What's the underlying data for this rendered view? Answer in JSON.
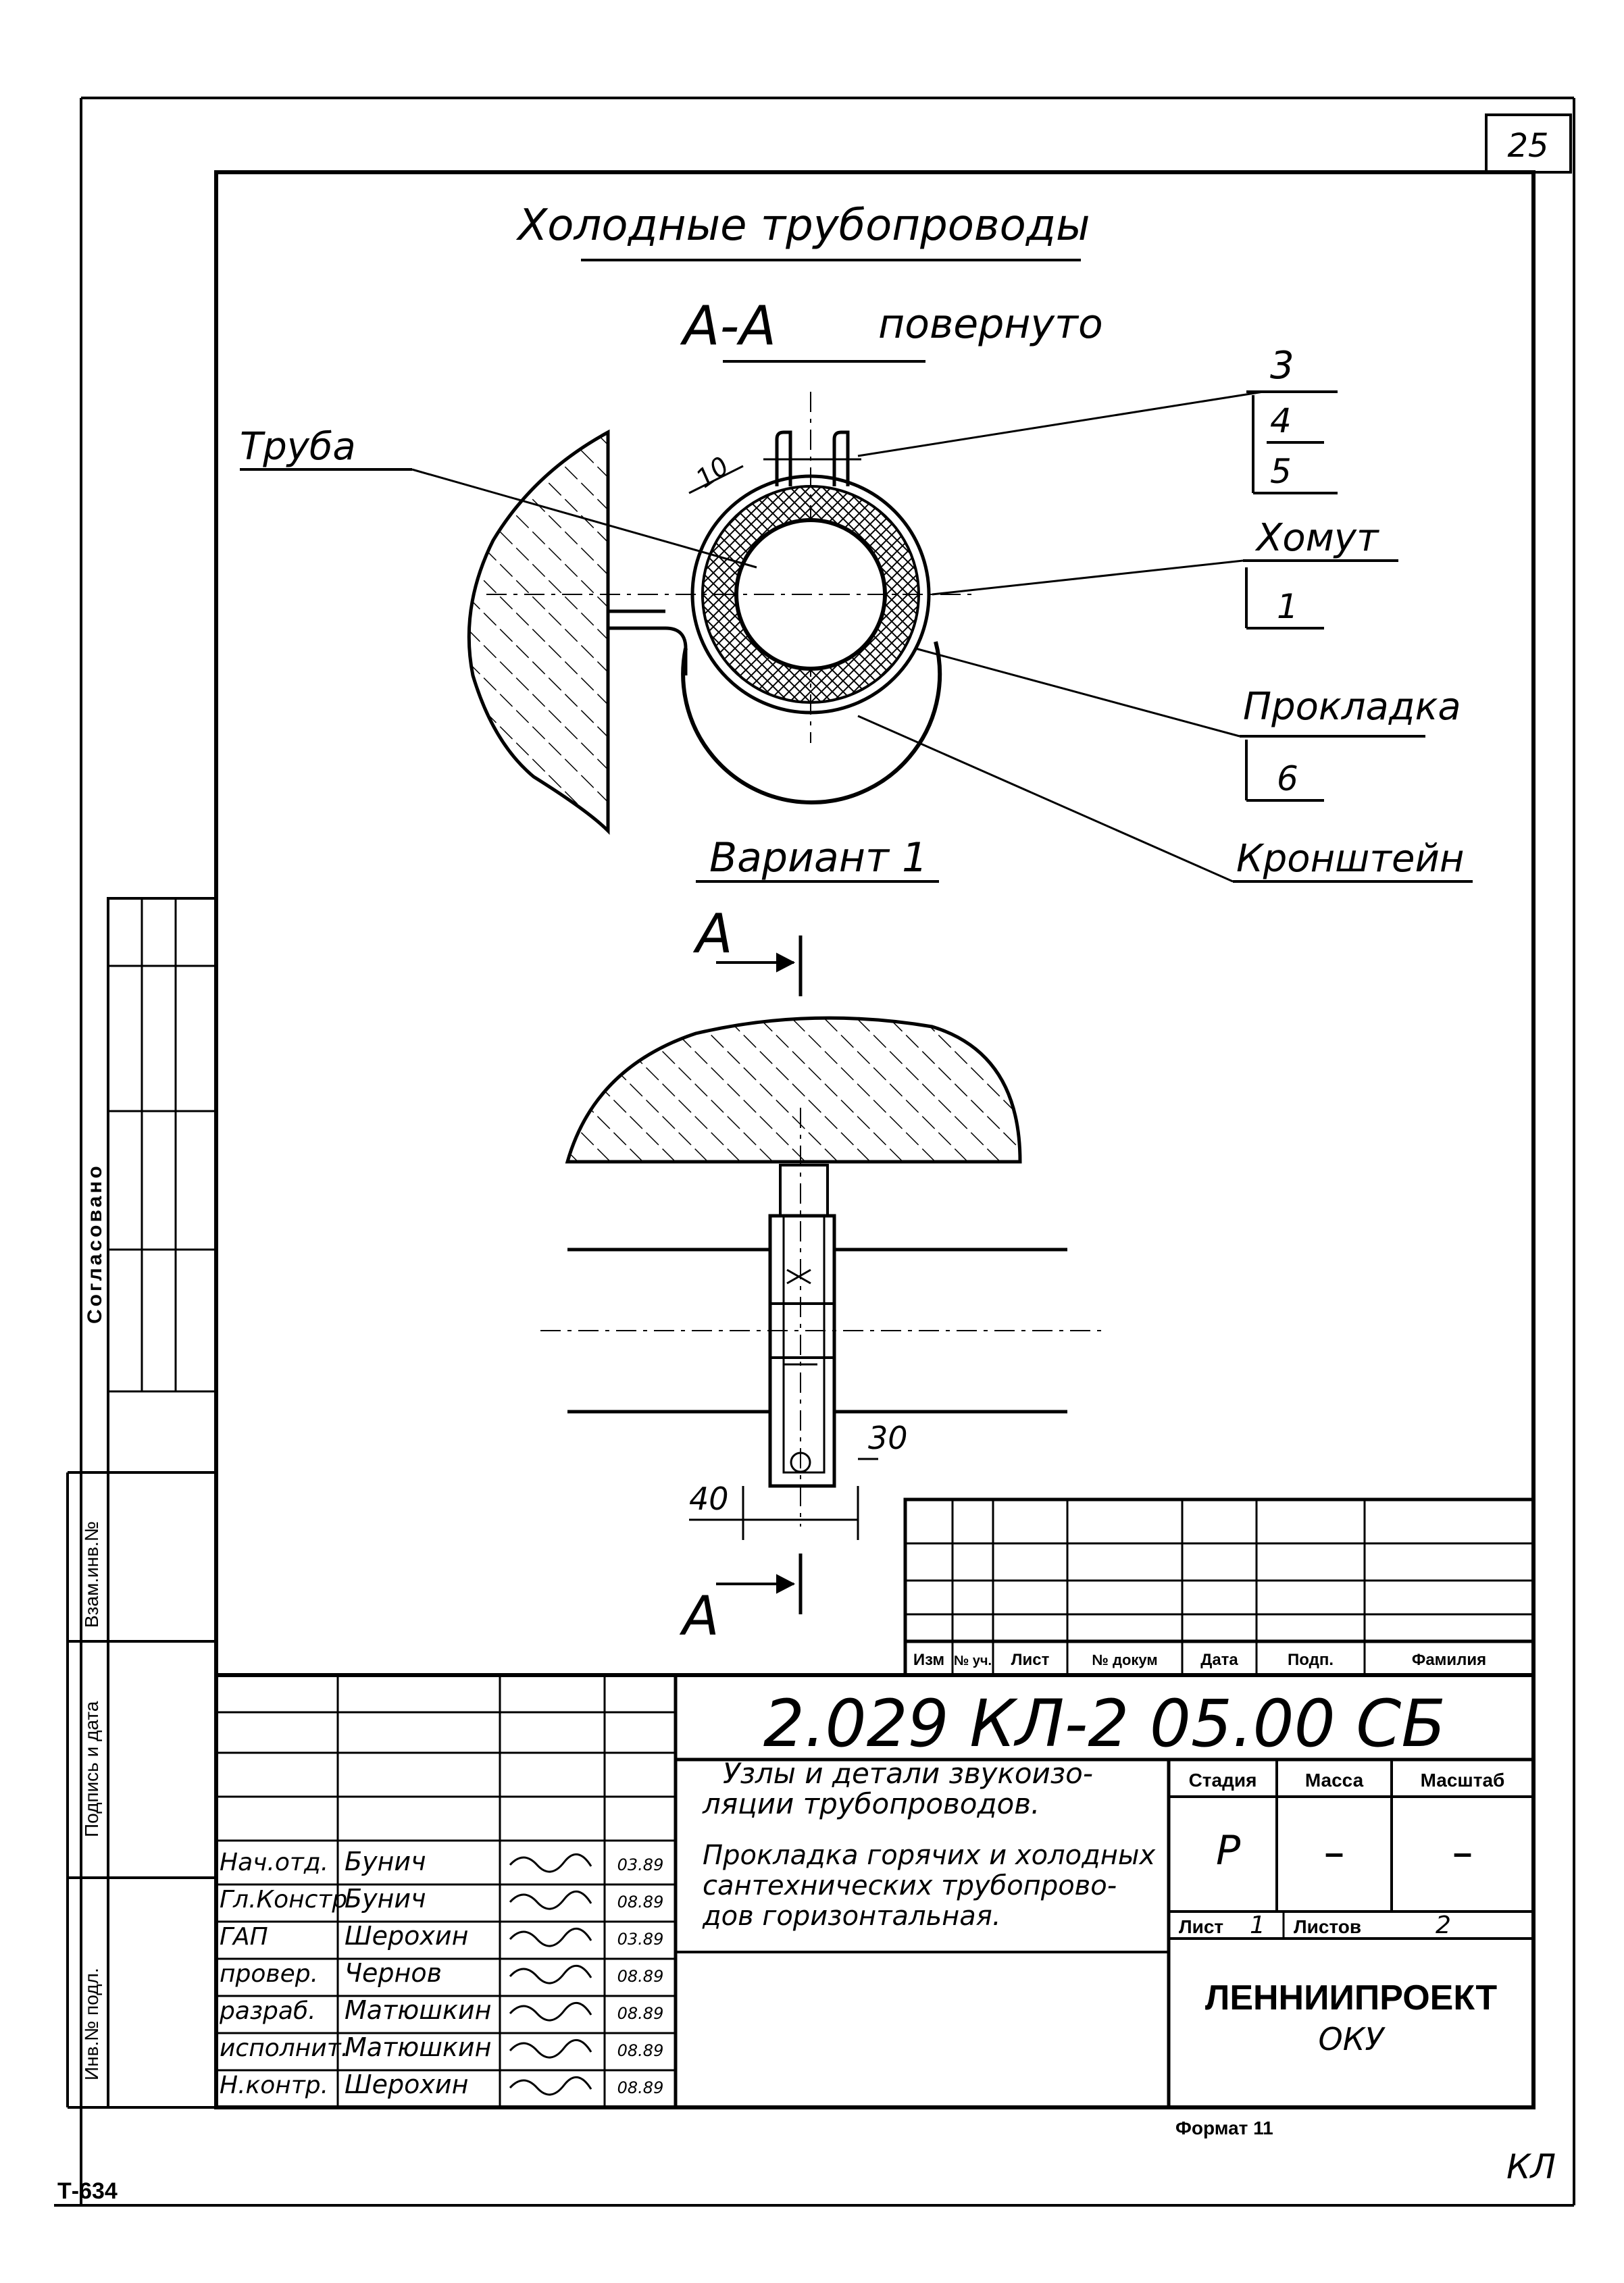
{
  "sheet_number": "25",
  "corner_code": "Т-634",
  "bottom_right_mark": "КЛ",
  "format_label": "Формат 11",
  "drawing": {
    "title": "Холодные трубопроводы",
    "section_label": "А-А",
    "section_note": "повернуто",
    "variant_label": "Вариант 1",
    "cut_mark_top": "А",
    "cut_mark_bottom": "А",
    "dim_10": "10",
    "dim_40": "40",
    "dim_30": "30",
    "callouts": [
      {
        "name": "Труба",
        "refs": []
      },
      {
        "name": "",
        "refs": [
          "3",
          "4",
          "5"
        ]
      },
      {
        "name": "Хомут",
        "refs": [
          "1"
        ]
      },
      {
        "name": "Прокладка",
        "refs": [
          "6"
        ]
      },
      {
        "name": "Кронштейн",
        "refs": []
      }
    ]
  },
  "side_stamp": {
    "agreed": "Согласовано",
    "swap_inv": "Взам.инв.№",
    "sign_date": "Подпись и дата",
    "inv_orig": "Инв.№ подл."
  },
  "revision_table": {
    "headers": [
      "Изм",
      "№ уч.",
      "Лист",
      "№ докум",
      "Дата",
      "Подп.",
      "Фамилия"
    ]
  },
  "title_block": {
    "designation": "2.029 КЛ-2 05.00 СБ",
    "name_line1": "Узлы и детали звукоизо-",
    "name_line2": "ляции трубопроводов.",
    "desc_line1": "Прокладка горячих и холодных",
    "desc_line2": "сантехнических трубопрово-",
    "desc_line3": "дов горизонтальная.",
    "stage_header": "Стадия",
    "mass_header": "Масса",
    "scale_header": "Масштаб",
    "stage_value": "Р",
    "mass_value": "–",
    "scale_value": "–",
    "sheet_label": "Лист",
    "sheet_value": "1",
    "sheets_label": "Листов",
    "sheets_value": "2",
    "org_line1": "ЛЕННИИПРОЕКТ",
    "org_line2": "ОКУ",
    "staff": [
      {
        "role": "Нач.отд.",
        "name": "Бунич",
        "date": "03.89"
      },
      {
        "role": "Гл.Констр",
        "name": "Бунич",
        "date": "08.89"
      },
      {
        "role": "ГАП",
        "name": "Шерохин",
        "date": "03.89"
      },
      {
        "role": "провер.",
        "name": "Чернов",
        "date": "08.89"
      },
      {
        "role": "разраб.",
        "name": "Матюшкин",
        "date": "08.89"
      },
      {
        "role": "исполнит.",
        "name": "Матюшкин",
        "date": "08.89"
      },
      {
        "role": "Н.контр.",
        "name": "Шерохин",
        "date": "08.89"
      }
    ]
  }
}
